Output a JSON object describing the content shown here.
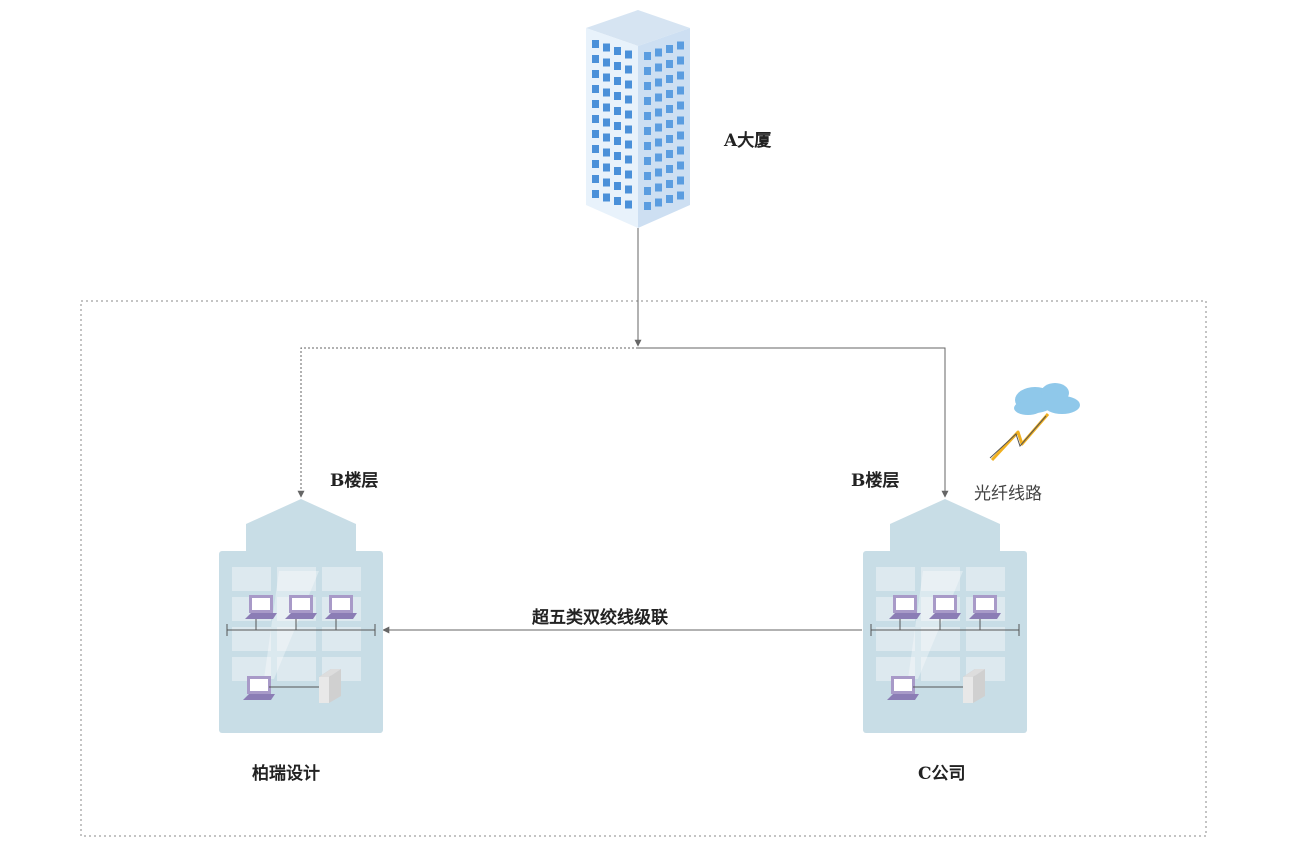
{
  "labels": {
    "tower": "A大厦",
    "floor_left": "B楼层",
    "floor_right": "B楼层",
    "fiber": "光纤线路",
    "cascade": "超五类双绞线级联",
    "office_left": "柏瑞设计",
    "office_right": "C公司"
  },
  "colors": {
    "line": "#666666",
    "building": "#c8dde6",
    "tower_front": "#e6f1fa",
    "tower_side": "#cfe1f2",
    "tower_window": "#4a90d9",
    "computer": "#a89ac8",
    "cloud": "#8fc8ea",
    "lightning": "#f0b020"
  }
}
